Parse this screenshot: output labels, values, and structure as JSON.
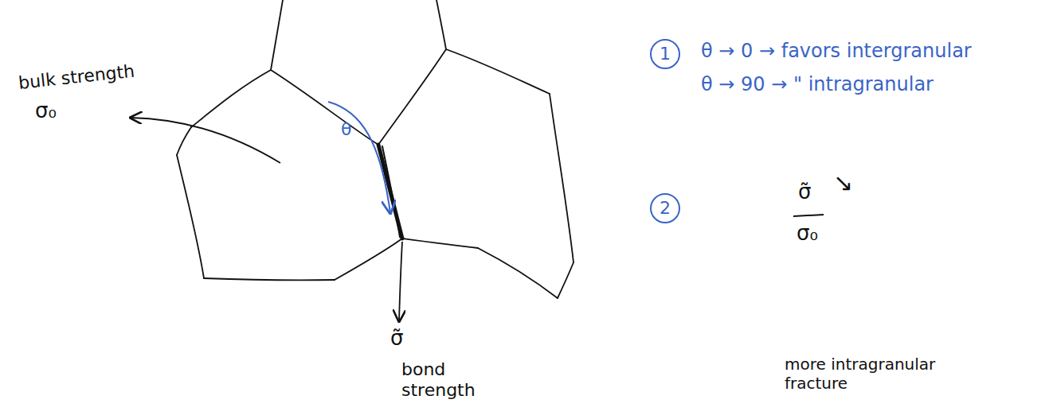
{
  "diagram": {
    "nodes": [
      {
        "text": [
          "1"
        ]
      },
      {
        "text": [
          "2"
        ]
      }
    ],
    "edges": [],
    "labels": [
      "bulk strength",
      "σ₀",
      "θ",
      "σ̃",
      "bond strength",
      "θ → 0 → favors intergranular",
      "θ → 90 → \" intragranular",
      "σ̃",
      "σ₀",
      "↘",
      "more intragranular fracture"
    ]
  }
}
